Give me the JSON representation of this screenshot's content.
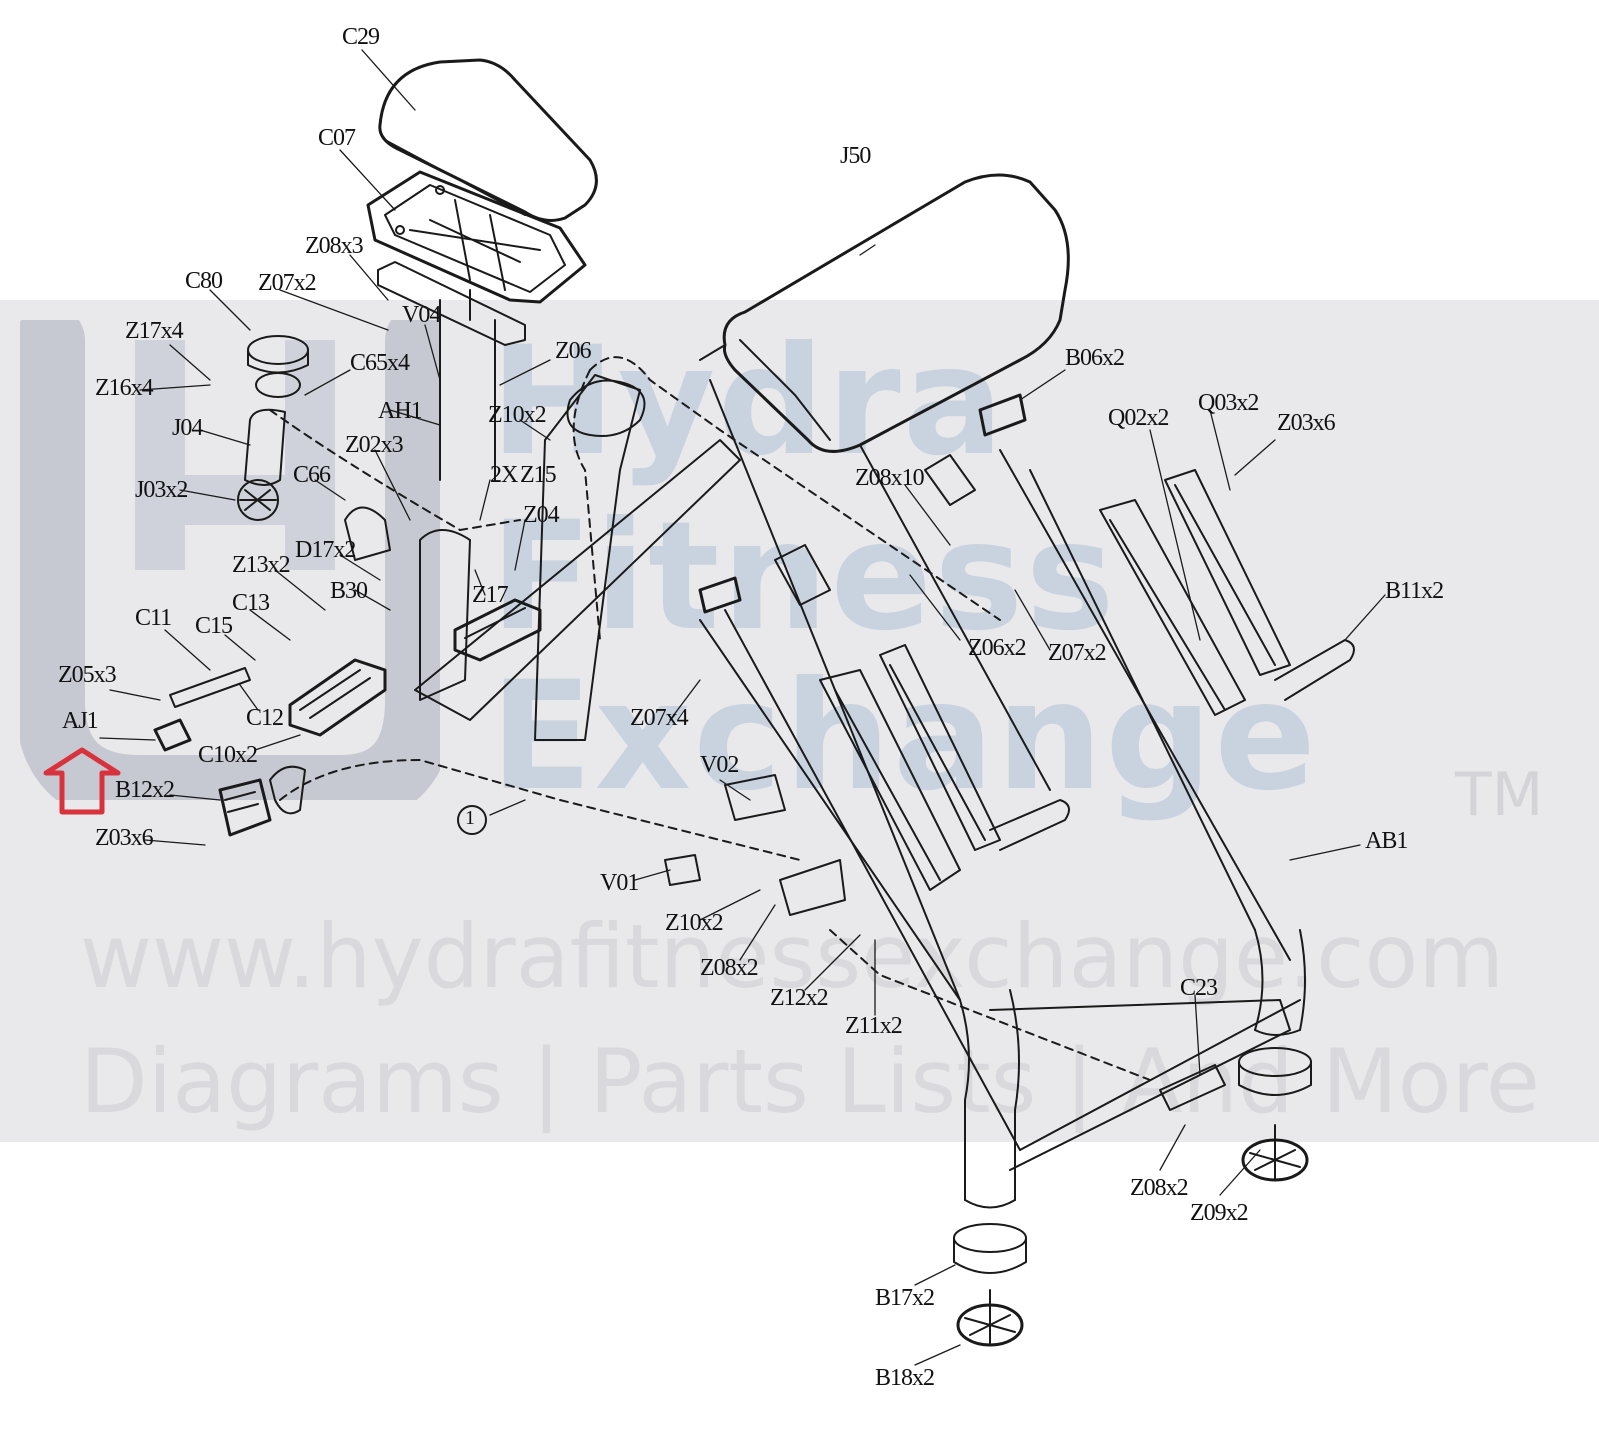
{
  "watermark": {
    "line1": "Hydra",
    "line2": "Fitness",
    "line3": "Exchange",
    "trademark": "TM",
    "url": "www.hydrafitnessexchange.com",
    "tagline": "Diagrams | Parts Lists | And More"
  },
  "labels": {
    "c29": "C29",
    "c07": "C07",
    "z08x3": "Z08x3",
    "c80": "C80",
    "z07x2_top": "Z07x2",
    "v04": "V04",
    "z17x4": "Z17x4",
    "c65x4": "C65x4",
    "z16x4": "Z16x4",
    "z06": "Z06",
    "ah1": "AH1",
    "j04": "J04",
    "z10x2_top": "Z10x2",
    "z02x3": "Z02x3",
    "j03x2": "J03x2",
    "c66": "C66",
    "x2": "2X",
    "z15": "Z15",
    "z04": "Z04",
    "d17x2": "D17x2",
    "z13x2": "Z13x2",
    "b30": "B30",
    "z17": "Z17",
    "c13": "C13",
    "c11": "C11",
    "c15": "C15",
    "z05x3": "Z05x3",
    "c12": "C12",
    "aj1": "AJ1",
    "c10x2": "C10x2",
    "b12x2": "B12x2",
    "z03x6_left": "Z03x6",
    "circle1": "1",
    "j50": "J50",
    "b06x2": "B06x2",
    "q02x2": "Q02x2",
    "q03x2": "Q03x2",
    "z03x6_right": "Z03x6",
    "z08x10": "Z08x10",
    "b11x2": "B11x2",
    "z06x2": "Z06x2",
    "z07x2_mid": "Z07x2",
    "z07x4": "Z07x4",
    "v02": "V02",
    "v01": "V01",
    "z10x2_low": "Z10x2",
    "z08x2_low": "Z08x2",
    "z12x2": "Z12x2",
    "z11x2": "Z11x2",
    "ab1": "AB1",
    "c23": "C23",
    "z08x2_right": "Z08x2",
    "z09x2": "Z09x2",
    "b17x2": "B17x2",
    "b18x2": "B18x2"
  },
  "colors": {
    "line": "#1a1a1a",
    "arrow": "#d8323c",
    "watermark_band": "#e9e9eb"
  }
}
